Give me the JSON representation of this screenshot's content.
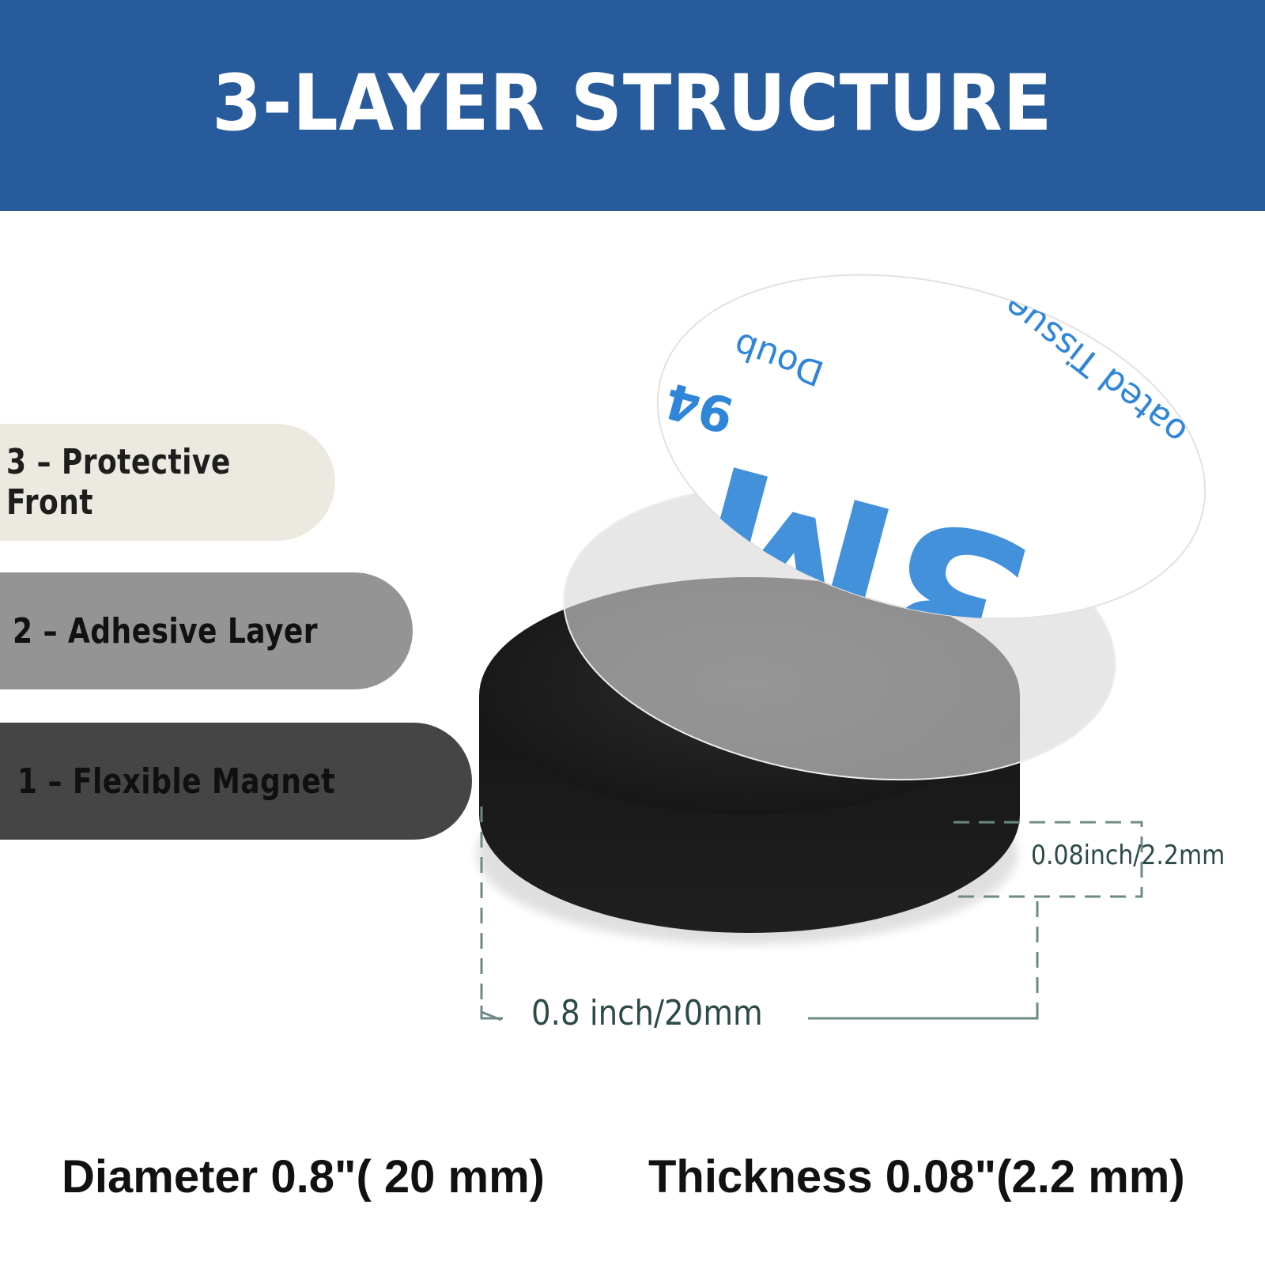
{
  "header": {
    "title": "3-LAYER STRUCTURE"
  },
  "layers": [
    {
      "label": "3 – Protective Front"
    },
    {
      "label": "2 – Adhesive Layer"
    },
    {
      "label": "1 – Flexible Magnet"
    }
  ],
  "liner_print": {
    "brand": "3M",
    "code": "94",
    "text_left": "Doub",
    "text_right": "oated Tissue"
  },
  "dimensions": {
    "thickness_label": "0.08inch/2.2mm",
    "diameter_label": "0.8 inch/20mm"
  },
  "specs": {
    "diameter": "Diameter 0.8\"( 20 mm)",
    "thickness": "Thickness 0.08\"(2.2 mm)"
  },
  "colors": {
    "header_blue": "#285b9b",
    "brand_print_blue": "#2f86d8",
    "magnet_black": "#1c1c1c",
    "dimension_line": "#6d8a86"
  }
}
